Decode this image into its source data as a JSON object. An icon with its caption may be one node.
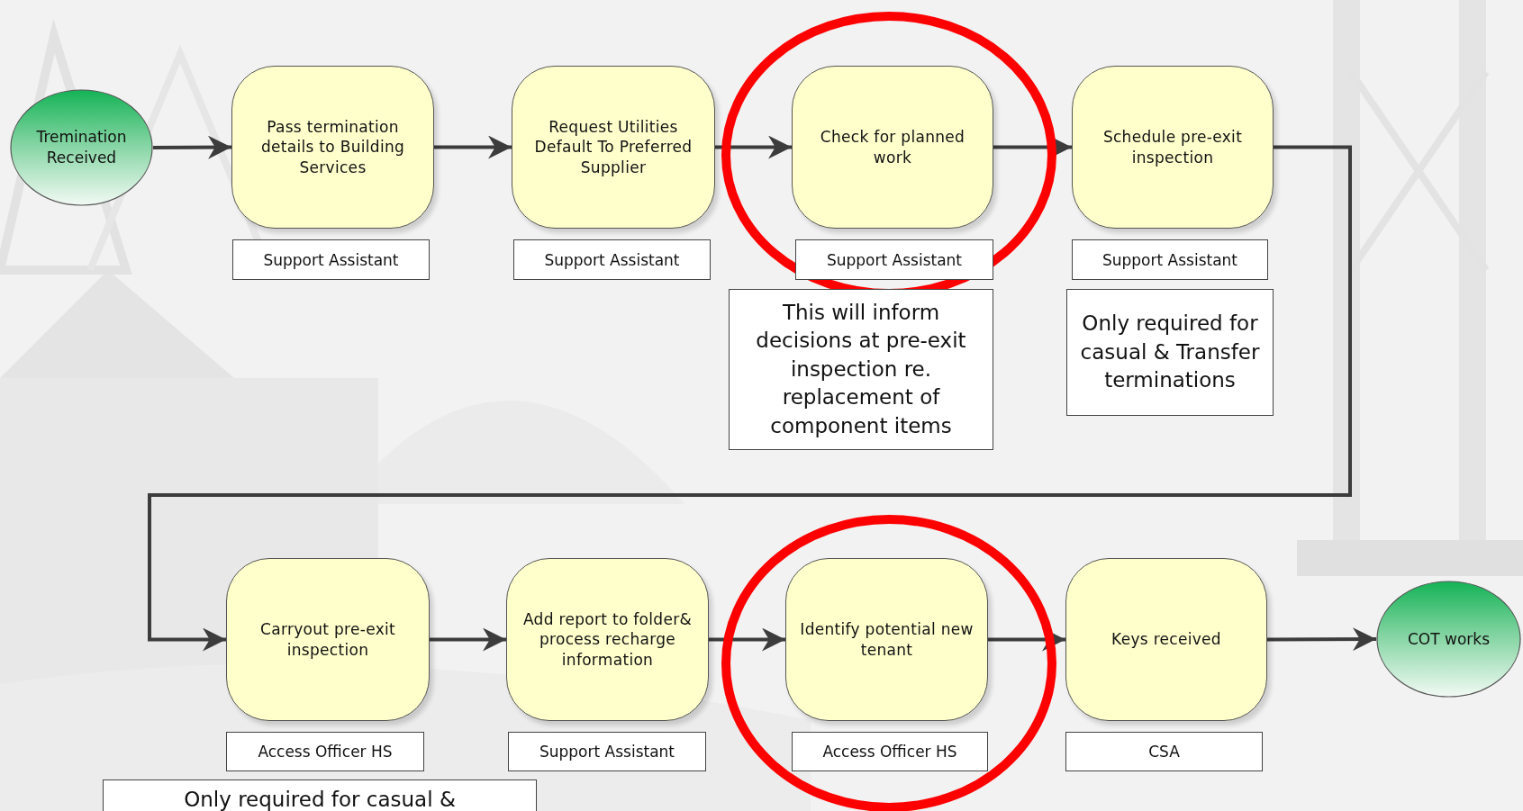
{
  "diagram": {
    "nodes": [
      {
        "text": [
          "Tremination Received"
        ]
      },
      {
        "text": [
          "Pass termination details to Building Services"
        ]
      },
      {
        "text": [
          "Request Utilities Default To Preferred Supplier"
        ]
      },
      {
        "text": [
          "Check for planned work"
        ]
      },
      {
        "text": [
          "Schedule pre-exit inspection"
        ]
      },
      {
        "text": [
          "Support Assistant"
        ]
      },
      {
        "text": [
          "Support Assistant"
        ]
      },
      {
        "text": [
          "Support Assistant"
        ]
      },
      {
        "text": [
          "Support Assistant"
        ]
      },
      {
        "text": [
          "This will inform decisions at pre-exit inspection re. replacement of component items"
        ]
      },
      {
        "text": [
          "Only required for casual & Transfer terminations"
        ]
      },
      {
        "text": [
          "Carryout pre-exit inspection"
        ]
      },
      {
        "text": [
          "Add report to folder& process recharge information"
        ]
      },
      {
        "text": [
          "Identify potential new tenant"
        ]
      },
      {
        "text": [
          "Keys received"
        ]
      },
      {
        "text": [
          "COT works"
        ]
      },
      {
        "text": [
          "Access Officer HS"
        ]
      },
      {
        "text": [
          "Support Assistant"
        ]
      },
      {
        "text": [
          "Access Officer HS"
        ]
      },
      {
        "text": [
          "CSA"
        ]
      },
      {
        "text": [
          "Only required for casual &"
        ]
      }
    ],
    "edges": [
      {
        "from": 0,
        "to": 1,
        "arrow": "to"
      },
      {
        "from": 1,
        "to": 2,
        "arrow": "to"
      },
      {
        "from": 2,
        "to": 3,
        "arrow": "to"
      },
      {
        "from": 3,
        "to": 4,
        "arrow": "to"
      },
      {
        "from": 4,
        "to": 11,
        "arrow": "to"
      },
      {
        "from": 11,
        "to": 12,
        "arrow": "to"
      },
      {
        "from": 12,
        "to": 13,
        "arrow": "to"
      },
      {
        "from": 13,
        "to": 14,
        "arrow": "to"
      },
      {
        "from": 14,
        "to": 15,
        "arrow": "to"
      }
    ]
  }
}
